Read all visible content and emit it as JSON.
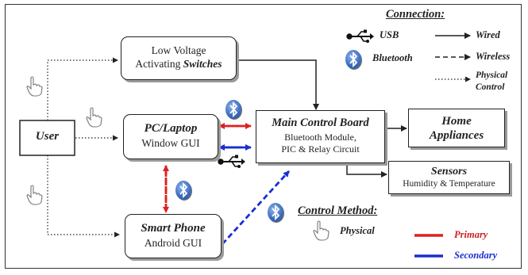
{
  "user": {
    "label": "User"
  },
  "switches": {
    "line1": "Low Voltage",
    "line2_plain": "Activating ",
    "line2_emph": "Switches"
  },
  "pc": {
    "title": "PC/Laptop",
    "subtitle": "Window GUI"
  },
  "phone": {
    "title": "Smart Phone",
    "subtitle": "Android GUI"
  },
  "mcb": {
    "title": "Main Control Board",
    "line1": "Bluetooth Module,",
    "line2": "PIC & Relay Circuit"
  },
  "home": {
    "line1": "Home",
    "line2": "Appliances"
  },
  "sensors": {
    "title": "Sensors",
    "subtitle": "Humidity & Temperature"
  },
  "legend_connection": {
    "title": "Connection:",
    "usb": "USB",
    "bluetooth": "Bluetooth",
    "wired": "Wired",
    "wireless": "Wireless",
    "physical_line1": "Physical",
    "physical_line2": "Control"
  },
  "legend_control": {
    "title": "Control Method:",
    "physical": "Physical",
    "primary": "Primary",
    "secondary": "Secondary"
  },
  "colors": {
    "primary": "#e02020",
    "secondary": "#1a2fd0",
    "ink": "#222222",
    "bluetooth": "#3f6fbf"
  },
  "icons": [
    "usb-icon",
    "bluetooth-icon",
    "hand-pointer-icon"
  ]
}
